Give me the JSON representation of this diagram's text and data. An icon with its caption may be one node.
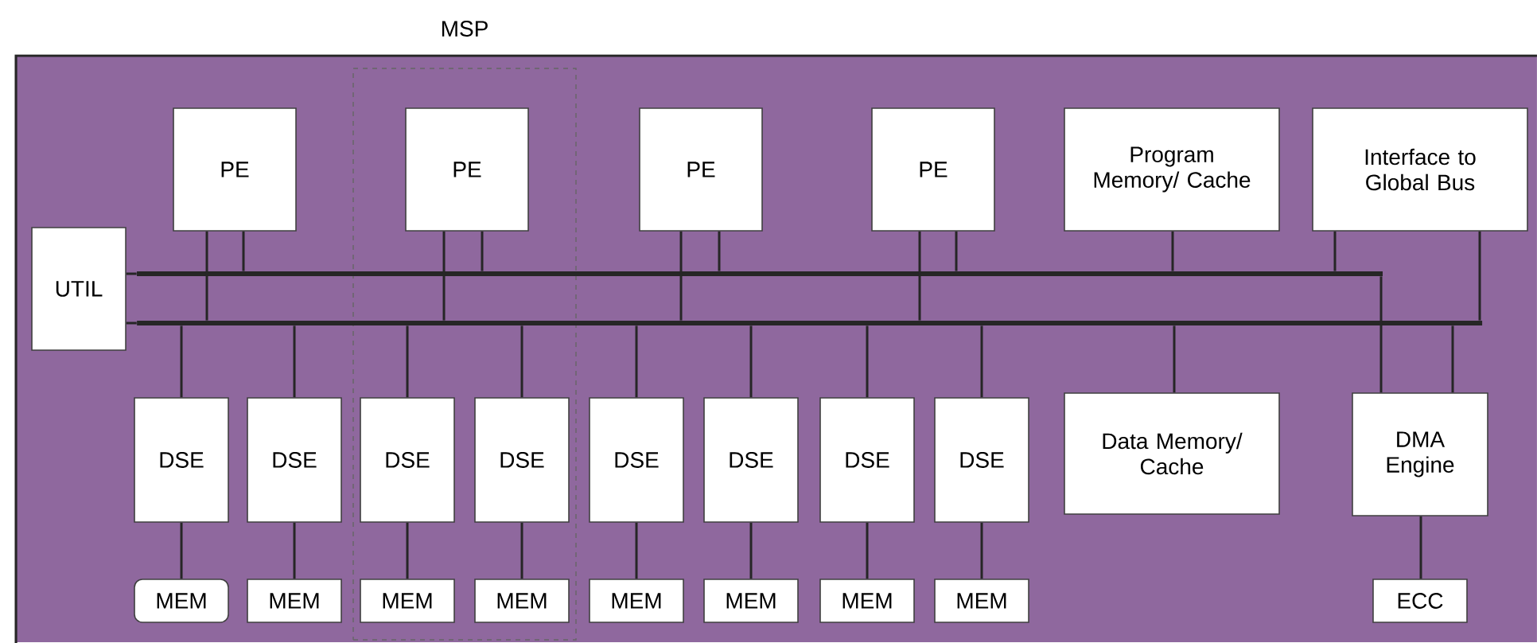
{
  "diagram": {
    "nodes": [
      {
        "text": [
          "MSP"
        ]
      },
      {
        "text": [
          "PE"
        ]
      },
      {
        "text": [
          "PE"
        ],
        "in": 0
      },
      {
        "text": [
          "PE"
        ]
      },
      {
        "text": [
          "PE"
        ]
      },
      {
        "text": [
          "Program Memory/ Cache"
        ]
      },
      {
        "text": [
          "Interface to Global Bus"
        ]
      },
      {
        "text": [
          "UTIL"
        ]
      },
      {
        "text": [],
        "shape": "bar"
      },
      {
        "text": [],
        "shape": "bar"
      },
      {
        "text": [
          "DSE"
        ]
      },
      {
        "text": [
          "DSE"
        ]
      },
      {
        "text": [
          "DSE"
        ],
        "in": 0
      },
      {
        "text": [
          "DSE"
        ],
        "in": 0
      },
      {
        "text": [
          "DSE"
        ]
      },
      {
        "text": [
          "DSE"
        ]
      },
      {
        "text": [
          "DSE"
        ]
      },
      {
        "text": [
          "DSE"
        ]
      },
      {
        "text": [
          "Data Memory/ Cache"
        ]
      },
      {
        "text": [
          "DMA Engine"
        ]
      },
      {
        "text": [
          "MEM"
        ]
      },
      {
        "text": [
          "MEM"
        ]
      },
      {
        "text": [
          "MEM"
        ],
        "in": 0
      },
      {
        "text": [
          "MEM"
        ],
        "in": 0
      },
      {
        "text": [
          "MEM"
        ]
      },
      {
        "text": [
          "MEM"
        ]
      },
      {
        "text": [
          "MEM"
        ]
      },
      {
        "text": [
          "MEM"
        ]
      },
      {
        "text": [
          "ECC"
        ]
      }
    ],
    "edges": [
      {
        "from": 1,
        "to": 9,
        "arrow": "none"
      },
      {
        "from": 1,
        "to": 8,
        "arrow": "none"
      },
      {
        "from": 2,
        "to": 9,
        "arrow": "none"
      },
      {
        "from": 2,
        "to": 8,
        "arrow": "none"
      },
      {
        "from": 3,
        "to": 9,
        "arrow": "none"
      },
      {
        "from": 3,
        "to": 8,
        "arrow": "none"
      },
      {
        "from": 4,
        "to": 9,
        "arrow": "none"
      },
      {
        "from": 4,
        "to": 8,
        "arrow": "none"
      },
      {
        "from": 5,
        "to": 8,
        "arrow": "none"
      },
      {
        "from": 6,
        "to": 8,
        "arrow": "none"
      },
      {
        "from": 6,
        "to": 9,
        "arrow": "none"
      },
      {
        "from": 7,
        "to": 8,
        "arrow": "none"
      },
      {
        "from": 7,
        "to": 9,
        "arrow": "none"
      },
      {
        "from": 8,
        "to": 19,
        "arrow": "none"
      },
      {
        "from": 9,
        "to": 19,
        "arrow": "none"
      },
      {
        "from": 9,
        "to": 10,
        "arrow": "none"
      },
      {
        "from": 9,
        "to": 11,
        "arrow": "none"
      },
      {
        "from": 9,
        "to": 12,
        "arrow": "none"
      },
      {
        "from": 9,
        "to": 13,
        "arrow": "none"
      },
      {
        "from": 9,
        "to": 14,
        "arrow": "none"
      },
      {
        "from": 9,
        "to": 15,
        "arrow": "none"
      },
      {
        "from": 9,
        "to": 16,
        "arrow": "none"
      },
      {
        "from": 9,
        "to": 17,
        "arrow": "none"
      },
      {
        "from": 9,
        "to": 18,
        "arrow": "none"
      },
      {
        "from": 10,
        "to": 20,
        "arrow": "none"
      },
      {
        "from": 11,
        "to": 21,
        "arrow": "none"
      },
      {
        "from": 12,
        "to": 22,
        "arrow": "none"
      },
      {
        "from": 13,
        "to": 23,
        "arrow": "none"
      },
      {
        "from": 14,
        "to": 24,
        "arrow": "none"
      },
      {
        "from": 15,
        "to": 25,
        "arrow": "none"
      },
      {
        "from": 16,
        "to": 26,
        "arrow": "none"
      },
      {
        "from": 17,
        "to": 27,
        "arrow": "none"
      },
      {
        "from": 19,
        "to": 28,
        "arrow": "none"
      }
    ]
  }
}
